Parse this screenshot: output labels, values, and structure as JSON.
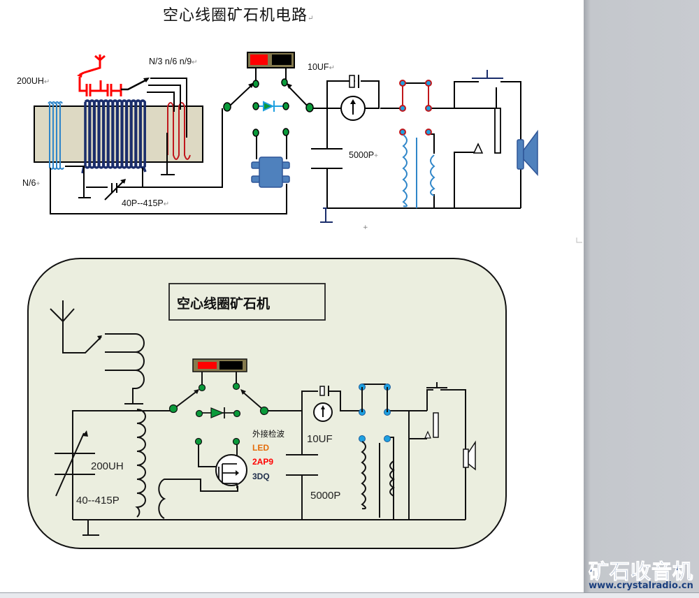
{
  "document": {
    "title": "空心线圈矿石机电路",
    "paragraph_mark": "↵"
  },
  "top_circuit": {
    "label_inductance": "200UH",
    "label_taps": "N/3 n/6 n/9",
    "label_n6": "N/6",
    "label_varcap": "40P--415P",
    "label_10uf": "10UF",
    "label_5000p": "5000P",
    "colors": {
      "coil_main": "#1a2d6b",
      "coil_light": "#2f86c9",
      "coil_red": "#c0171c",
      "antenna_red": "#ff0000",
      "core_fill": "#ddd9c3",
      "terminal_green": "#0a9a3a",
      "terminal_blue": "#1ea0e0",
      "terminal_ring_red": "#c0171c",
      "ic_blue": "#4f81bd",
      "speaker_blue": "#4f81bd"
    }
  },
  "bottom_panel": {
    "heading": "空心线圈矿石机",
    "label_200uh": "200UH",
    "label_varcap": "40--415P",
    "label_external": "外接检波",
    "label_led": "LED",
    "label_2ap9": "2AP9",
    "label_3dq": "3DQ",
    "label_10uf": "10UF",
    "label_5000p": "5000P",
    "colors": {
      "panel_fill": "#ebeedf",
      "led_text": "#e46c0a",
      "ap9_text": "#ff0000",
      "dq_text": "#1f2d4a"
    }
  },
  "watermark": {
    "brand": "矿石收音机",
    "url": "www.crystalradio.cn"
  }
}
